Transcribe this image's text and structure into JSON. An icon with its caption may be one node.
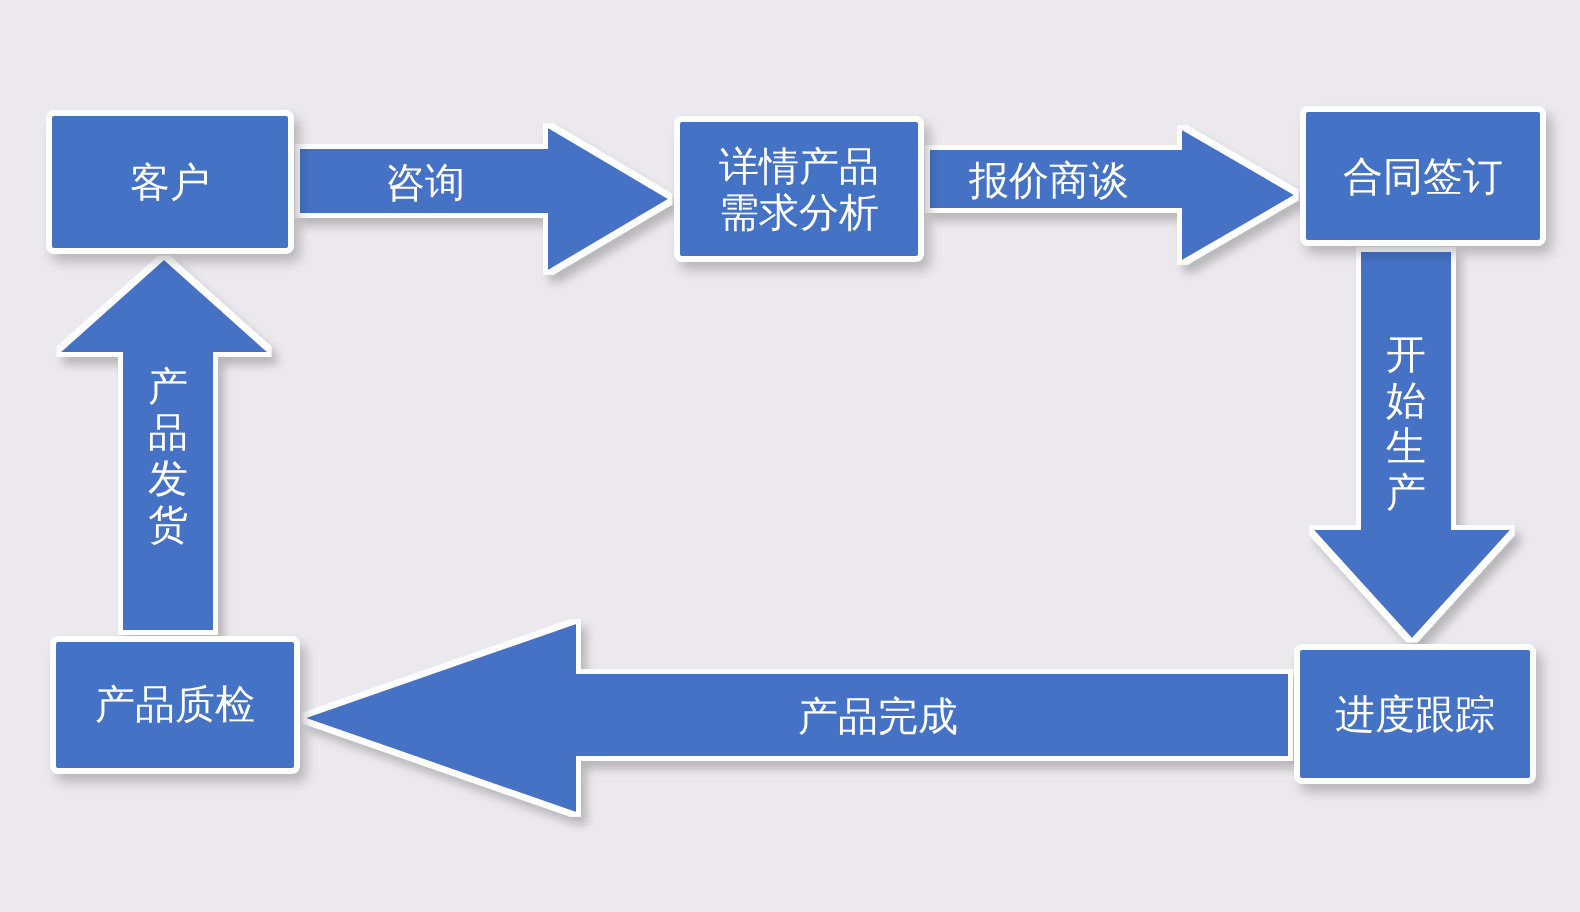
{
  "diagram": {
    "nodes": [
      {
        "text": [
          "客户"
        ]
      },
      {
        "text": [
          "详情产品需求分析"
        ]
      },
      {
        "text": [
          "合同签订"
        ]
      },
      {
        "text": [
          "产品质检"
        ]
      },
      {
        "text": [
          "进度跟踪"
        ]
      }
    ],
    "edges": [
      {
        "from": 0,
        "to": 1,
        "arrow": "to",
        "label": "咨询"
      },
      {
        "from": 1,
        "to": 2,
        "arrow": "to",
        "label": "报价商谈"
      },
      {
        "from": 2,
        "to": 4,
        "arrow": "to",
        "label": "开始生产"
      },
      {
        "from": 4,
        "to": 3,
        "arrow": "to",
        "label": "产品完成"
      },
      {
        "from": 3,
        "to": 0,
        "arrow": "to",
        "label": "产品发货"
      }
    ]
  }
}
